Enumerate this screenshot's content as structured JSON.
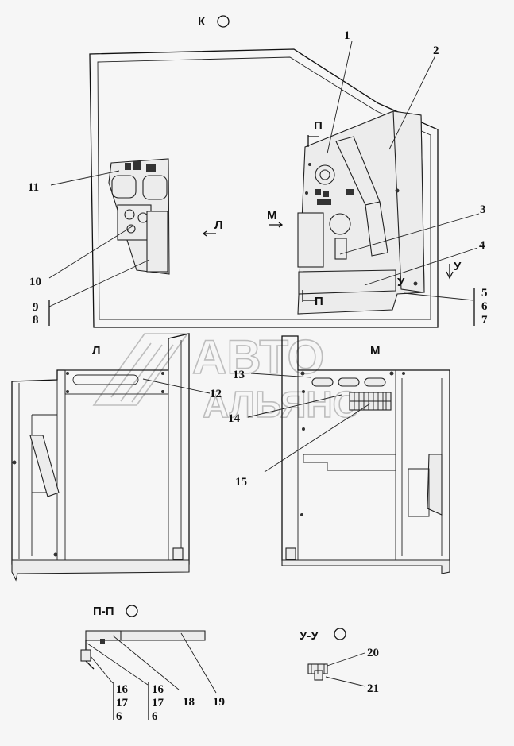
{
  "views": {
    "k": "К",
    "l": "Л",
    "m": "М",
    "pp": "П-П",
    "uu": "У-У",
    "p_mark": "П",
    "u_mark": "У"
  },
  "watermark": {
    "line1": "АВТО",
    "line2": "АЛЬЯНС"
  },
  "callouts": {
    "c1": "1",
    "c2": "2",
    "c3": "3",
    "c4": "4",
    "c5": "5",
    "c6": "6",
    "c7": "7",
    "c8": "8",
    "c9": "9",
    "c10": "10",
    "c11": "11",
    "c12": "12",
    "c13": "13",
    "c14": "14",
    "c15": "15",
    "c16": "16",
    "c17": "17",
    "c18": "18",
    "c19": "19",
    "c20": "20",
    "c21": "21"
  }
}
